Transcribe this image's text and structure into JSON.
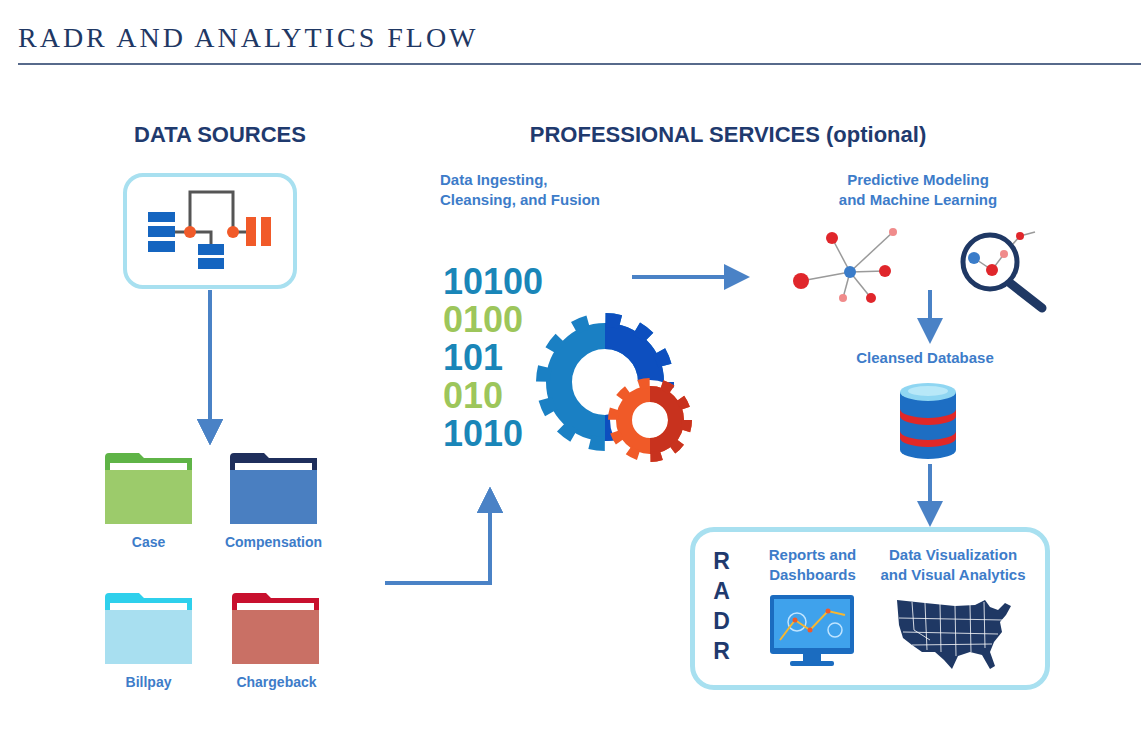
{
  "diagram": {
    "title": "RADR AND ANALYTICS FLOW",
    "nodes": [
      {
        "text": [
          "DATA SOURCES"
        ]
      },
      {
        "text": [
          "Case"
        ]
      },
      {
        "text": [
          "Compensation"
        ]
      },
      {
        "text": [
          "Billpay"
        ]
      },
      {
        "text": [
          "Chargeback"
        ]
      },
      {
        "text": [
          "Data Ingesting, Cleansing, and Fusion"
        ]
      },
      {
        "text": [
          "Predictive Modeling and Machine Learning"
        ]
      },
      {
        "text": [
          "Cleansed Database"
        ]
      },
      {
        "text": [
          "RADR"
        ]
      },
      {
        "text": [
          "Reports and Dashboards"
        ],
        "in": 8
      },
      {
        "text": [
          "Data Visualization and Visual Analytics"
        ],
        "in": 8
      }
    ],
    "edges": [
      {
        "from": 0,
        "to": 1,
        "arrow": "to"
      },
      {
        "from": 0,
        "to": 2,
        "arrow": "to"
      },
      {
        "from": 0,
        "to": 3,
        "arrow": "to"
      },
      {
        "from": 0,
        "to": 4,
        "arrow": "to"
      },
      {
        "from": 1,
        "to": 5,
        "arrow": "to"
      },
      {
        "from": 2,
        "to": 5,
        "arrow": "to"
      },
      {
        "from": 3,
        "to": 5,
        "arrow": "to"
      },
      {
        "from": 4,
        "to": 5,
        "arrow": "to"
      },
      {
        "from": 5,
        "to": 6,
        "arrow": "to"
      },
      {
        "from": 6,
        "to": 7,
        "arrow": "to"
      },
      {
        "from": 7,
        "to": 8,
        "arrow": "to"
      }
    ],
    "labels": [
      "PROFESSIONAL SERVICES (optional)",
      "10100",
      "0100",
      "101",
      "010",
      "1010"
    ]
  }
}
